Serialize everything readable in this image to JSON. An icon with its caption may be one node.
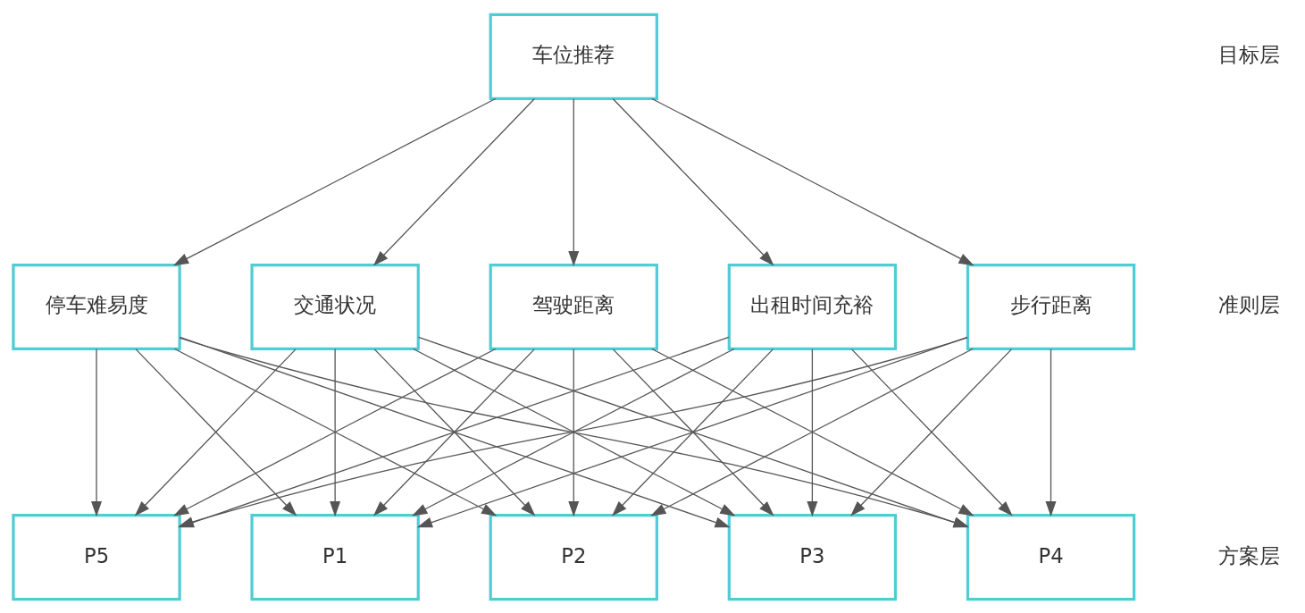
{
  "diagram": {
    "nodes": [
      {
        "text": [
          "车位推荐"
        ]
      },
      {
        "text": [
          "出租时间充裕"
        ]
      },
      {
        "text": [
          "步行距离"
        ]
      },
      {
        "text": [
          "停车难易度"
        ]
      },
      {
        "text": [
          "交通状况"
        ]
      },
      {
        "text": [
          "驾驶距离"
        ]
      },
      {
        "text": [
          "P1"
        ]
      },
      {
        "text": [
          "P2"
        ]
      },
      {
        "text": [
          "P3"
        ]
      },
      {
        "text": [
          "P4"
        ]
      },
      {
        "text": [
          "P5"
        ]
      }
    ],
    "edges": [
      {
        "from": 0,
        "to": 1,
        "arrow": "to"
      },
      {
        "from": 0,
        "to": 2,
        "arrow": "to"
      },
      {
        "from": 0,
        "to": 3,
        "arrow": "to"
      },
      {
        "from": 0,
        "to": 4,
        "arrow": "to"
      },
      {
        "from": 0,
        "to": 5,
        "arrow": "to"
      },
      {
        "from": 1,
        "to": 6,
        "arrow": "to"
      },
      {
        "from": 1,
        "to": 7,
        "arrow": "to"
      },
      {
        "from": 1,
        "to": 8,
        "arrow": "to"
      },
      {
        "from": 1,
        "to": 9,
        "arrow": "to"
      },
      {
        "from": 1,
        "to": 10,
        "arrow": "to"
      },
      {
        "from": 2,
        "to": 6,
        "arrow": "to"
      },
      {
        "from": 2,
        "to": 7,
        "arrow": "to"
      },
      {
        "from": 2,
        "to": 8,
        "arrow": "to"
      },
      {
        "from": 2,
        "to": 9,
        "arrow": "to"
      },
      {
        "from": 2,
        "to": 10,
        "arrow": "to"
      },
      {
        "from": 3,
        "to": 6,
        "arrow": "to"
      },
      {
        "from": 3,
        "to": 7,
        "arrow": "to"
      },
      {
        "from": 3,
        "to": 8,
        "arrow": "to"
      },
      {
        "from": 3,
        "to": 9,
        "arrow": "to"
      },
      {
        "from": 3,
        "to": 10,
        "arrow": "to"
      },
      {
        "from": 4,
        "to": 6,
        "arrow": "to"
      },
      {
        "from": 4,
        "to": 7,
        "arrow": "to"
      },
      {
        "from": 4,
        "to": 8,
        "arrow": "to"
      },
      {
        "from": 4,
        "to": 9,
        "arrow": "to"
      },
      {
        "from": 4,
        "to": 10,
        "arrow": "to"
      },
      {
        "from": 5,
        "to": 6,
        "arrow": "to"
      },
      {
        "from": 5,
        "to": 7,
        "arrow": "to"
      },
      {
        "from": 5,
        "to": 8,
        "arrow": "to"
      },
      {
        "from": 5,
        "to": 9,
        "arrow": "to"
      },
      {
        "from": 5,
        "to": 10,
        "arrow": "to"
      }
    ],
    "labels": [
      "目标层",
      "准则层",
      "方案层"
    ]
  }
}
